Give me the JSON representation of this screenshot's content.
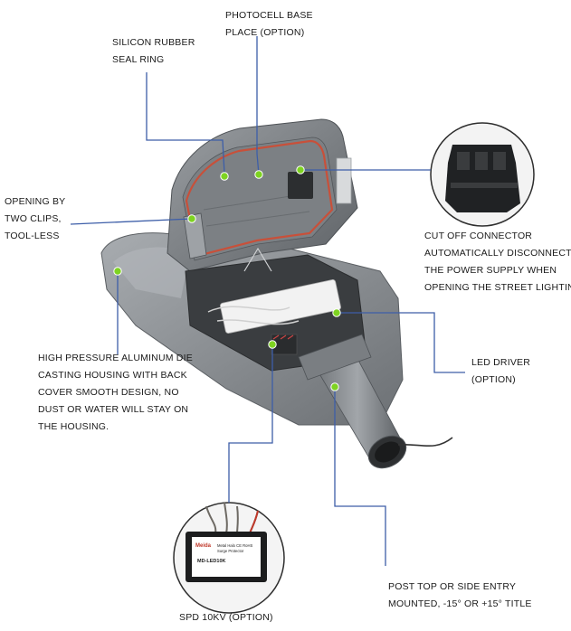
{
  "colors": {
    "leader_line": "#3d5ea8",
    "marker": "#7ed321",
    "housing": "#8a8e92",
    "housing_dark": "#5a5e62",
    "seal": "#c8503a"
  },
  "callouts": {
    "photocell": [
      "PHOTOCELL BASE",
      "PLACE (OPTION)"
    ],
    "seal_ring": [
      "SILICON RUBBER",
      "SEAL RING"
    ],
    "opening": [
      "OPENING BY",
      "TWO CLIPS,",
      "TOOL-LESS"
    ],
    "cutoff": [
      "CUT OFF CONNECTOR",
      "AUTOMATICALLY DISCONNECT",
      "THE POWER SUPPLY WHEN",
      "OPENING THE STREET LIGHTING"
    ],
    "housing": [
      "HIGH PRESSURE ALUMINUM DIE",
      "CASTING HOUSING WITH BACK",
      "COVER SMOOTH DESIGN, NO",
      "DUST OR WATER WILL STAY ON",
      "THE HOUSING."
    ],
    "driver": [
      "LED DRIVER",
      "(OPTION)"
    ],
    "spd": [
      "SPD 10KV (OPTION)"
    ],
    "mounting": [
      "POST TOP OR SIDE ENTRY",
      "MOUNTED, -15° OR +15° TITLE"
    ]
  },
  "spd_device": {
    "brand": "Meida",
    "line1": "Metal Halo CE RoHS",
    "line2": "Surge Protector",
    "model": "MD-LED10K"
  }
}
